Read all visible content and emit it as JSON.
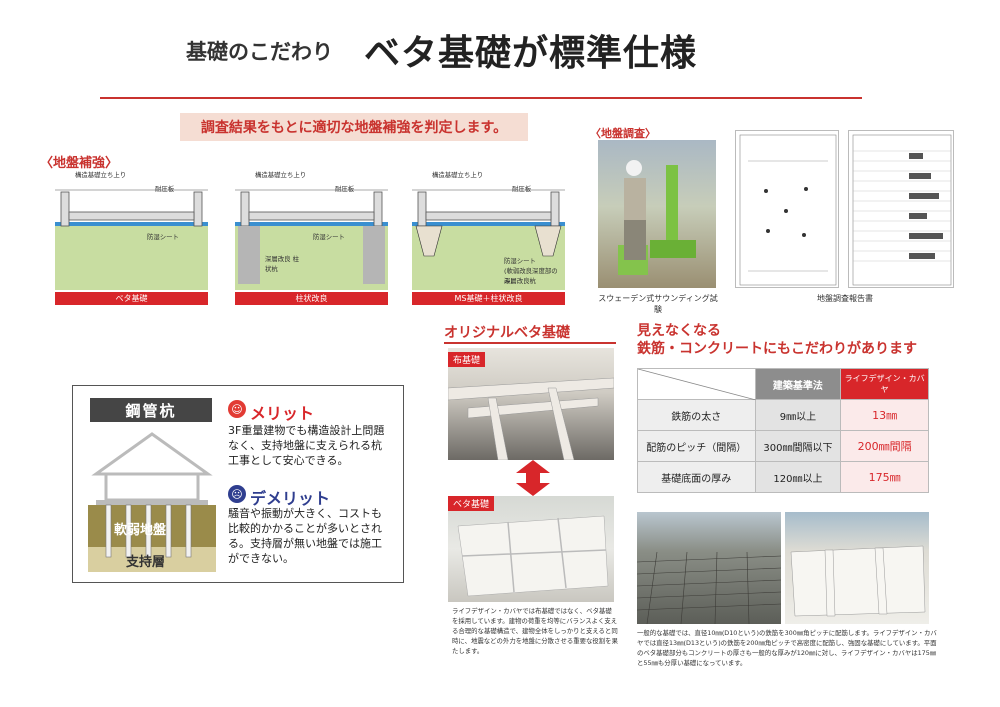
{
  "header": {
    "subtitle": "基礎のこだわり",
    "title": "ベタ基礎が標準仕様"
  },
  "banner": "調査結果をもとに適切な地盤補強を判定します。",
  "reinforcement": {
    "heading": "〈地盤補強〉",
    "diagrams": [
      {
        "label": "ベタ基礎",
        "notes": [
          "構造基礎立ち上り",
          "耐圧板",
          "防湿シート"
        ]
      },
      {
        "label": "柱状改良",
        "notes": [
          "構造基礎立ち上り",
          "耐圧板",
          "防湿シート",
          "深層改良 柱状杭"
        ]
      },
      {
        "label": "MS基礎＋柱状改良",
        "notes": [
          "構造基礎立ち上り",
          "耐圧板",
          "防湿シート",
          "(軟弱改良深度部のみ)",
          "深層改良杭"
        ]
      }
    ]
  },
  "survey": {
    "heading": "〈地盤調査〉",
    "photo_caption": "スウェーデン式サウンディング試験",
    "doc_caption": "地盤調査報告書"
  },
  "pile": {
    "title": "鋼管杭",
    "house_labels": [
      "軟弱地盤",
      "支持層"
    ],
    "merit_title": "メリット",
    "merit_text": "3F重量建物でも構造設計上問題なく、支持地盤に支えられる杭工事として安心できる。",
    "demerit_title": "デメリット",
    "demerit_text": "騒音や振動が大きく、コストも比較的かかることが多いとされる。支持層が無い地盤では施工ができない。"
  },
  "original": {
    "heading": "オリジナルベタ基礎",
    "top_tag": "布基礎",
    "bottom_tag": "ベタ基礎",
    "description": "ライフデザイン・カバヤでは布基礎ではなく、ベタ基礎を採用しています。建物の荷重を均等にバランスよく支える合理的な基礎構造で、建物全体をしっかりと支えると同時に、地震などの外力を地盤に分散させる重要な役割を果たします。"
  },
  "rebar": {
    "heading_line1": "見えなくなる",
    "heading_line2": "鉄筋・コンクリートにもこだわりがあります",
    "table": {
      "headers": [
        "",
        "建築基準法",
        "ライフデザイン・カバヤ"
      ],
      "rows": [
        [
          "鉄筋の太さ",
          "9㎜以上",
          "13㎜"
        ],
        [
          "配筋のピッチ（間隔）",
          "300㎜間隔以下",
          "200㎜間隔"
        ],
        [
          "基礎底面の厚み",
          "120㎜以上",
          "175㎜"
        ]
      ]
    },
    "description": "一般的な基礎では、直径10㎜(D10という)の鉄筋を300㎜角ピッチに配筋します。ライフデザイン・カバヤでは直径13㎜(D13という)の鉄筋を200㎜角ピッチで高密度に配筋し、強固な基礎にしています。平面のベタ基礎部分もコンクリートの厚さも一般的な厚みが120㎜に対し、ライフデザイン・カバヤは175㎜と55㎜も分厚い基礎になっています。"
  },
  "colors": {
    "accent": "#d8262a",
    "banner_bg": "#f5ddd3",
    "dark": "#454545"
  }
}
